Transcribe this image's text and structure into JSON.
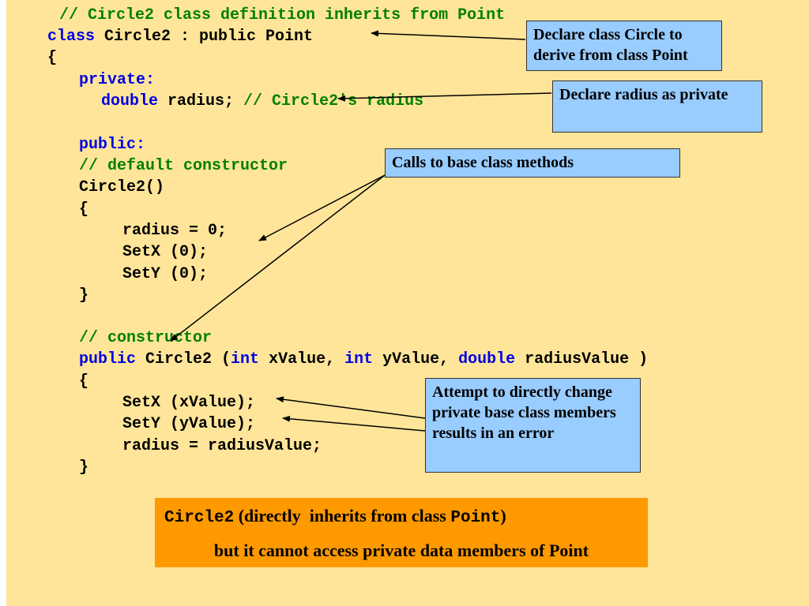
{
  "code": {
    "l1": {
      "c": "// Circle2 class definition inherits from Point"
    },
    "l2": {
      "kw": "class",
      "t": " Circle2 : public Point"
    },
    "l3": {
      "t": "{"
    },
    "l4": {
      "kw": "private:"
    },
    "l5": {
      "kw": "double",
      "t": " radius; ",
      "c": "// Circle2's radius"
    },
    "l6": {
      "kw": "public:"
    },
    "l7": {
      "c": "// default constructor"
    },
    "l8": {
      "t": "Circle2()"
    },
    "l9": {
      "t": "{"
    },
    "l10": {
      "t": "radius = 0;"
    },
    "l11": {
      "t": "SetX (0);"
    },
    "l12": {
      "t": "SetY (0);"
    },
    "l13": {
      "t": "}"
    },
    "l14": {
      "c": "// constructor"
    },
    "l15": {
      "kw1": "public",
      "t1": " Circle2 (",
      "kw2": "int",
      "t2": " xValue, ",
      "kw3": "int",
      "t3": " yValue, ",
      "kw4": "double",
      "t4": " radiusValue )"
    },
    "l16": {
      "t": "{"
    },
    "l17": {
      "t": "SetX (xValue);"
    },
    "l18": {
      "t": "SetY (yValue);"
    },
    "l19": {
      "t": "radius = radiusValue;"
    },
    "l20": {
      "t": "}"
    }
  },
  "callouts": {
    "derive": "Declare class Circle to derive from class Point",
    "private": "Declare radius as private",
    "base": "Calls to base class methods",
    "error": "Attempt to directly change private base class members results in an error"
  },
  "summary": {
    "line1_code1": "Circle2",
    "line1_text": " (directly  inherits from class ",
    "line1_code2": "Point",
    "line1_end": ")",
    "line2": "but it cannot access private data members of Point"
  },
  "colors": {
    "background": "#ffe599",
    "keyword": "#0000e6",
    "comment": "#008000",
    "callout": "#99ccff",
    "summary": "#ff9900"
  }
}
